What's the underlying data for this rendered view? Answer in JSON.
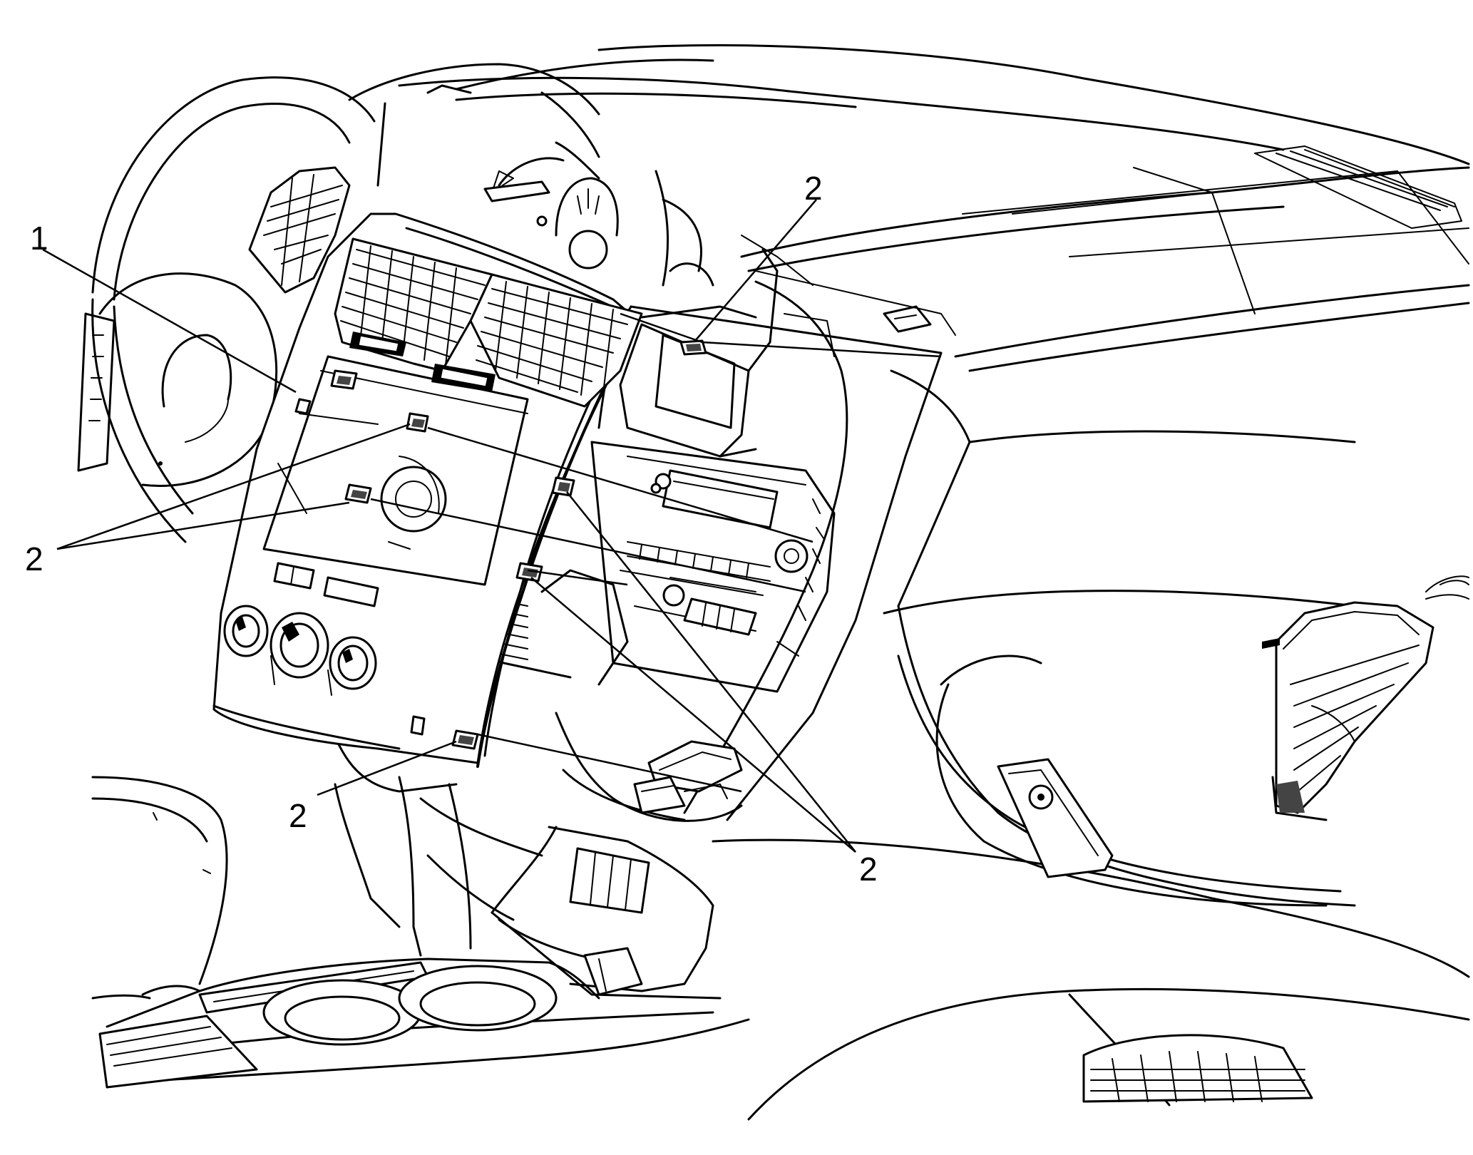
{
  "callouts": [
    {
      "id": "trim-plate",
      "number": "1"
    },
    {
      "id": "clip-top",
      "number": "2"
    },
    {
      "id": "clip-left",
      "number": "2"
    },
    {
      "id": "clip-lower",
      "number": "2"
    },
    {
      "id": "clip-right",
      "number": "2"
    }
  ]
}
